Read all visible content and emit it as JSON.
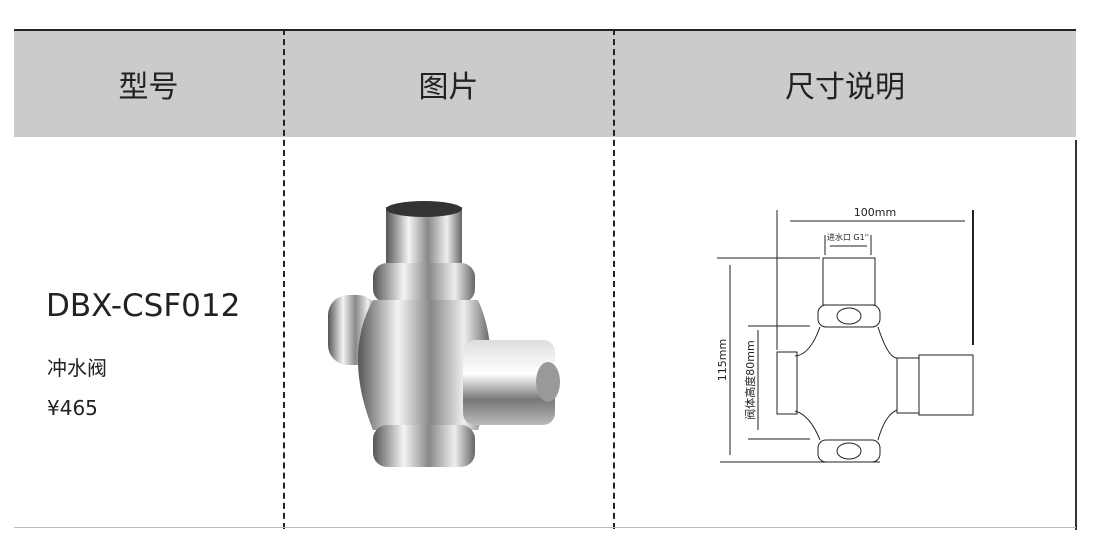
{
  "header": {
    "col1": "型号",
    "col2": "图片",
    "col3": "尺寸说明"
  },
  "product": {
    "model": "DBX-CSF012",
    "name": "冲水阀",
    "price": "¥465"
  },
  "diagram": {
    "width_label": "100mm",
    "inlet_label": "进水口 G1''",
    "height_label": "115mm",
    "body_height_label": "阀体高度80mm"
  }
}
